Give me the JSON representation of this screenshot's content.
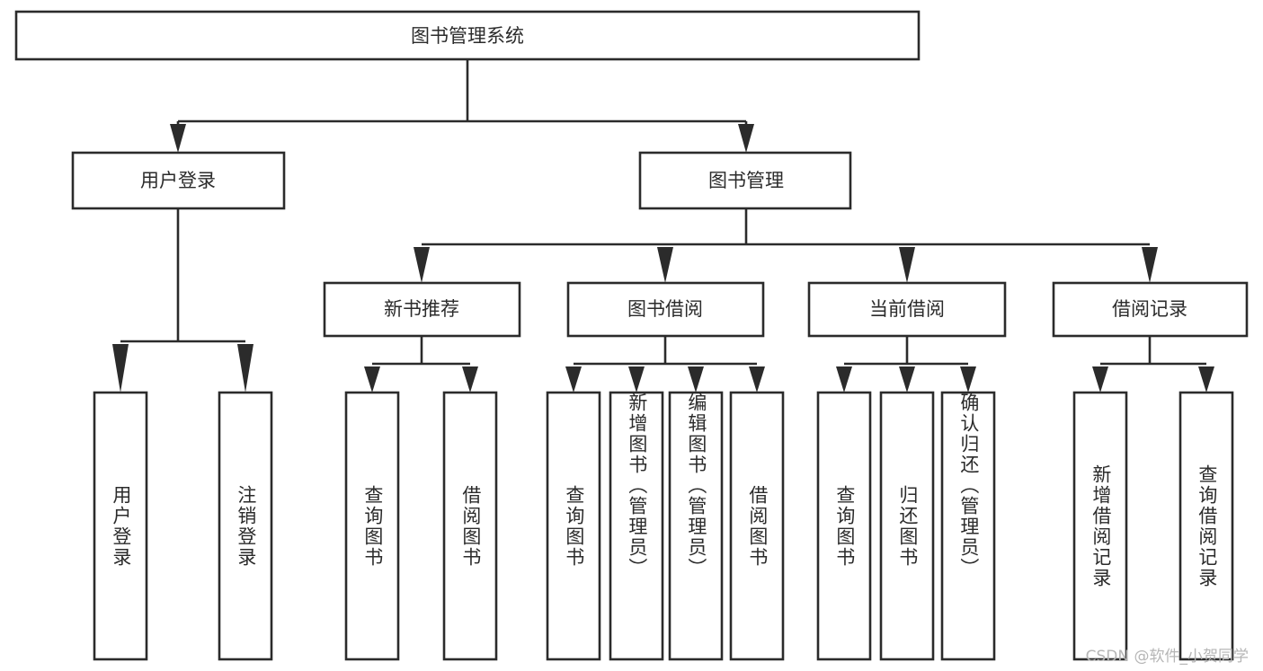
{
  "diagram": {
    "title": "图书管理系统",
    "type": "tree",
    "root": {
      "id": "root",
      "label": "图书管理系统",
      "orientation": "horizontal"
    },
    "level2": [
      {
        "id": "user-login",
        "label": "用户登录",
        "orientation": "horizontal"
      },
      {
        "id": "book-manage",
        "label": "图书管理",
        "orientation": "horizontal"
      }
    ],
    "level3": [
      {
        "id": "new-book-rec",
        "label": "新书推荐",
        "orientation": "horizontal",
        "parent": "book-manage"
      },
      {
        "id": "book-borrow",
        "label": "图书借阅",
        "orientation": "horizontal",
        "parent": "book-manage"
      },
      {
        "id": "current-borrow",
        "label": "当前借阅",
        "orientation": "horizontal",
        "parent": "book-manage"
      },
      {
        "id": "borrow-record",
        "label": "借阅记录",
        "orientation": "horizontal",
        "parent": "book-manage"
      }
    ],
    "leaves": [
      {
        "id": "leaf-user-login",
        "label": "用户登录",
        "orientation": "vertical",
        "parent": "user-login"
      },
      {
        "id": "leaf-logout",
        "label": "注销登录",
        "orientation": "vertical",
        "parent": "user-login"
      },
      {
        "id": "leaf-query-book-1",
        "label": "查询图书",
        "orientation": "vertical",
        "parent": "new-book-rec"
      },
      {
        "id": "leaf-borrow-book-1",
        "label": "借阅图书",
        "orientation": "vertical",
        "parent": "new-book-rec"
      },
      {
        "id": "leaf-query-book-2",
        "label": "查询图书",
        "orientation": "vertical",
        "parent": "book-borrow"
      },
      {
        "id": "leaf-add-book",
        "label": "新增图书（管理员）",
        "orientation": "vertical",
        "parent": "book-borrow"
      },
      {
        "id": "leaf-edit-book",
        "label": "编辑图书（管理员）",
        "orientation": "vertical",
        "parent": "book-borrow"
      },
      {
        "id": "leaf-borrow-book-2",
        "label": "借阅图书",
        "orientation": "vertical",
        "parent": "book-borrow"
      },
      {
        "id": "leaf-query-book-3",
        "label": "查询图书",
        "orientation": "vertical",
        "parent": "current-borrow"
      },
      {
        "id": "leaf-return-book",
        "label": "归还图书",
        "orientation": "vertical",
        "parent": "current-borrow"
      },
      {
        "id": "leaf-confirm-return",
        "label": "确认归还（管理员）",
        "orientation": "vertical",
        "parent": "current-borrow"
      },
      {
        "id": "leaf-add-record",
        "label": "新增借阅记录",
        "orientation": "vertical",
        "parent": "borrow-record"
      },
      {
        "id": "leaf-query-record",
        "label": "查询借阅记录",
        "orientation": "vertical",
        "parent": "borrow-record"
      }
    ]
  },
  "watermark": {
    "text": "CSDN @软件_小贺同学"
  },
  "colors": {
    "stroke": "#2b2b2b",
    "fill": "#ffffff",
    "text": "#2b2b2b",
    "watermark": "#b6b6b6"
  }
}
